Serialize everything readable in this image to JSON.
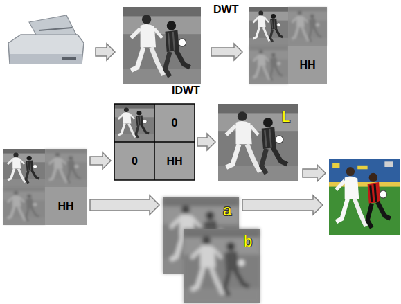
{
  "diagram": {
    "nodes": [
      {
        "text": [
          "HH"
        ]
      },
      {
        "text": [
          "HH"
        ]
      },
      {
        "text": [
          "0",
          "0",
          "HH"
        ]
      },
      {
        "text": [
          "L"
        ]
      },
      {
        "text": [
          "a"
        ]
      },
      {
        "text": [
          "b"
        ]
      }
    ],
    "edges": [
      {
        "from": 1,
        "to": 2,
        "arrow": "to"
      },
      {
        "from": 2,
        "to": 3,
        "arrow": "to"
      },
      {
        "from": 1,
        "to": 4,
        "arrow": "to"
      }
    ],
    "labels": [
      "DWT",
      "IDWT"
    ]
  }
}
